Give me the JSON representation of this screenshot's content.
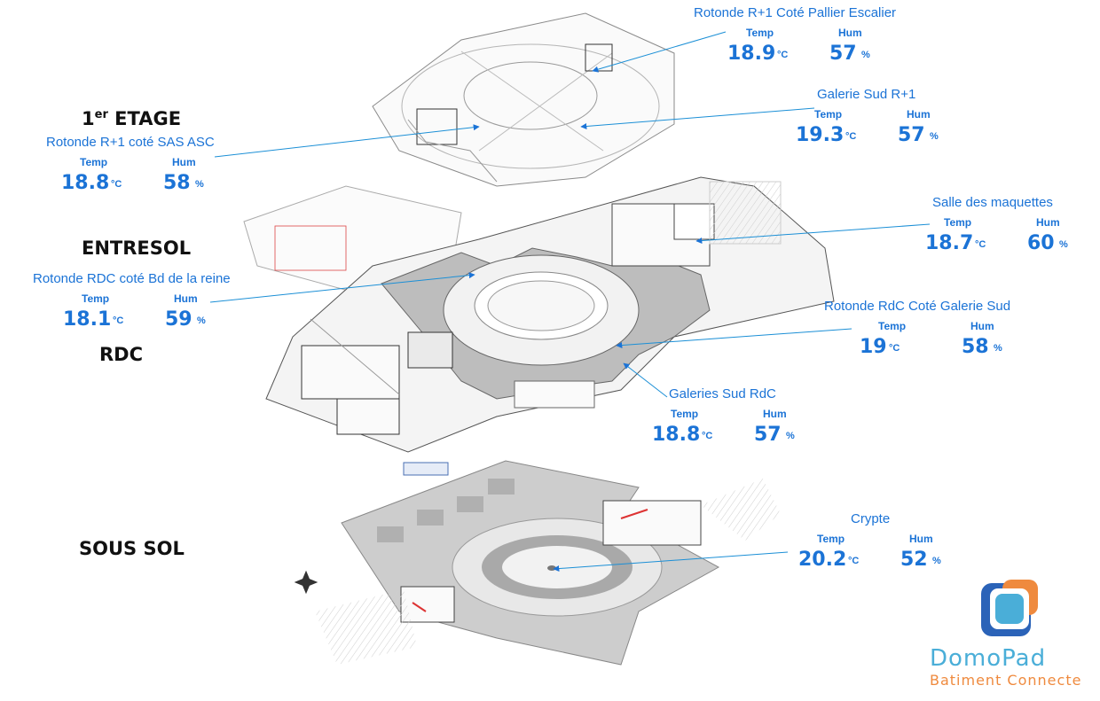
{
  "floors": {
    "first": {
      "main": "1",
      "sup": "er",
      "rest": " ETAGE"
    },
    "entresol": "ENTRESOL",
    "rdc": "RDC",
    "sous_sol": "SOUS SOL"
  },
  "sensors": [
    {
      "id": "rotonde-r1-pallier",
      "name": "Rotonde R+1 Coté Pallier Escalier",
      "temp_label": "Temp",
      "hum_label": "Hum",
      "temp": "18.9",
      "temp_unit": "°C",
      "hum": "57",
      "hum_unit": "%"
    },
    {
      "id": "galerie-sud-r1",
      "name": "Galerie Sud R+1",
      "temp_label": "Temp",
      "hum_label": "Hum",
      "temp": "19.3",
      "temp_unit": "°C",
      "hum": "57",
      "hum_unit": "%"
    },
    {
      "id": "rotonde-r1-sas",
      "name": "Rotonde R+1 coté SAS ASC",
      "temp_label": "Temp",
      "hum_label": "Hum",
      "temp": "18.8",
      "temp_unit": "°C",
      "hum": "58",
      "hum_unit": "%"
    },
    {
      "id": "salle-maquettes",
      "name": "Salle des maquettes",
      "temp_label": "Temp",
      "hum_label": "Hum",
      "temp": "18.7",
      "temp_unit": "°C",
      "hum": "60",
      "hum_unit": "%"
    },
    {
      "id": "rotonde-rdc-reine",
      "name": "Rotonde RDC coté Bd de la reine",
      "temp_label": "Temp",
      "hum_label": "Hum",
      "temp": "18.1",
      "temp_unit": "°C",
      "hum": "59",
      "hum_unit": "%"
    },
    {
      "id": "rotonde-rdc-galerie",
      "name": "Rotonde RdC Coté Galerie Sud",
      "temp_label": "Temp",
      "hum_label": "Hum",
      "temp": "19",
      "temp_unit": "°C",
      "hum": "58",
      "hum_unit": "%"
    },
    {
      "id": "galeries-sud-rdc",
      "name": "Galeries Sud RdC",
      "temp_label": "Temp",
      "hum_label": "Hum",
      "temp": "18.8",
      "temp_unit": "°C",
      "hum": "57",
      "hum_unit": "%"
    },
    {
      "id": "crypte",
      "name": "Crypte",
      "temp_label": "Temp",
      "hum_label": "Hum",
      "temp": "20.2",
      "temp_unit": "°C",
      "hum": "52",
      "hum_unit": "%"
    }
  ],
  "logo": {
    "brand_a": "Domo",
    "brand_b": "Pad",
    "tagline": "Batiment Connecte"
  },
  "colors": {
    "accent": "#1b73d6",
    "logo_blue": "#2b63b8",
    "logo_orange": "#ef8a3e",
    "plan_gray": "#9a9a9a"
  }
}
